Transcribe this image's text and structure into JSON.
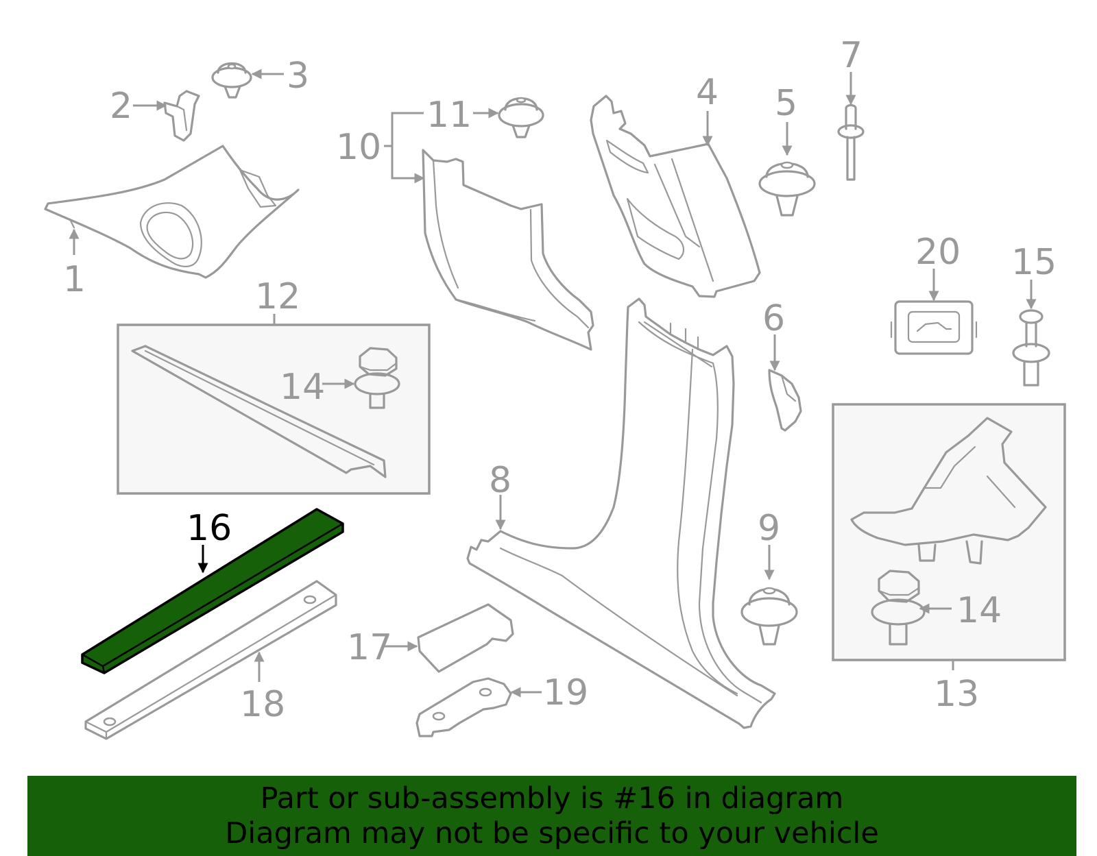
{
  "colors": {
    "outline": "#999999",
    "highlight_fill": "#156009",
    "highlight_stroke": "#000000",
    "banner_background": "#156009",
    "banner_text": "#000000",
    "box_fill": "#f7f7f7"
  },
  "highlighted_part": "16",
  "callouts": {
    "c1": "1",
    "c2": "2",
    "c3": "3",
    "c4": "4",
    "c5": "5",
    "c6": "6",
    "c7": "7",
    "c8": "8",
    "c9": "9",
    "c10": "10",
    "c11": "11",
    "c12": "12",
    "c13": "13",
    "c14a": "14",
    "c14b": "14",
    "c15": "15",
    "c16": "16",
    "c17": "17",
    "c18": "18",
    "c19": "19",
    "c20": "20"
  },
  "banner": {
    "line1": "Part or sub-assembly is #16 in diagram",
    "line2": "Diagram may not be specific to your vehicle"
  }
}
